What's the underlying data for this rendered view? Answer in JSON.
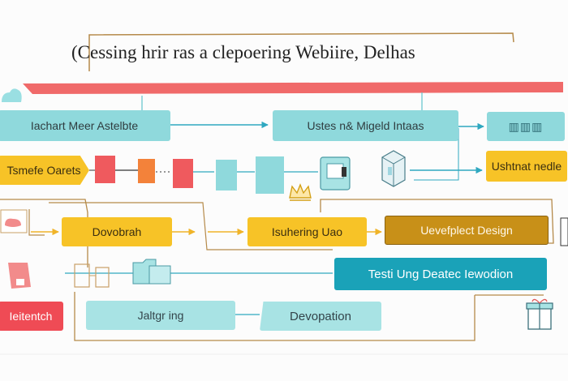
{
  "title": "(Cessing hrir ras a clepoering Webiire, Delhas",
  "nodes": {
    "n1": "Iachart Meer Astelbte",
    "n2": "Ustes n& Migeld Intaas",
    "n3": "Tsmefe Oarets",
    "n4": "Ushtnat nedle",
    "n5": "Dovobrah",
    "n6": "Isuhering Uao",
    "n7": "Uevefplect Design",
    "n8": "Testi Ung Deatec Iewodion",
    "n9": "Ieitentch",
    "n10": "Jaltgr ing",
    "n11": "Devopation"
  },
  "icons": {
    "cloud": "cloud-icon",
    "hand": "hand-icon",
    "printer": "printer-icon",
    "bucket": "bucket-icon",
    "package": "package-icon",
    "crown": "crown-icon",
    "clipboard": "clipboard-icon",
    "browser": "browser-icon",
    "gift": "gift-icon",
    "chart": "bar-chart-icon"
  },
  "colors": {
    "teal": "#8fd9dc",
    "teal_dark": "#1aa2b8",
    "yellow": "#f7c327",
    "gold": "#c89018",
    "red": "#ef4b55",
    "banner_red": "#f06a6a",
    "outline_brown": "#b58a4a"
  }
}
